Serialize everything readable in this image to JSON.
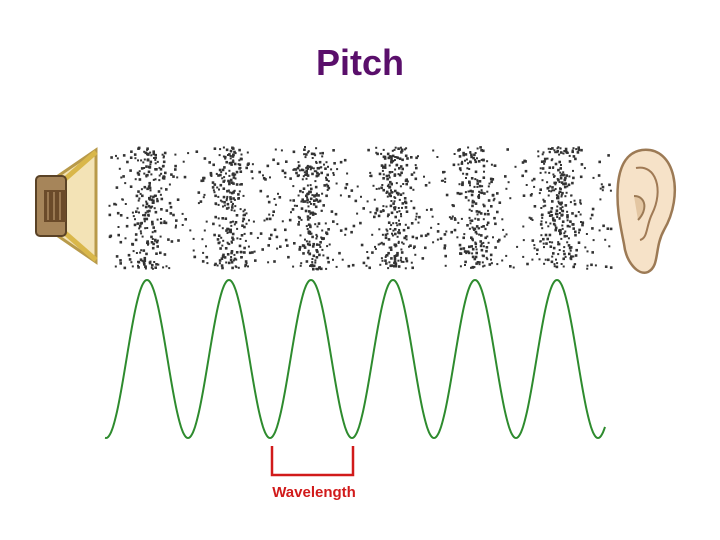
{
  "title": "Pitch",
  "wavelength_label": "Wavelength",
  "colors": {
    "title": "#5a0f6b",
    "wave": "#2e8b2e",
    "bracket": "#d11a1a",
    "particles": "#333333"
  },
  "icons": {
    "source": "speaker-icon",
    "receiver": "ear-icon"
  },
  "wave": {
    "cycles_shown": 6
  }
}
